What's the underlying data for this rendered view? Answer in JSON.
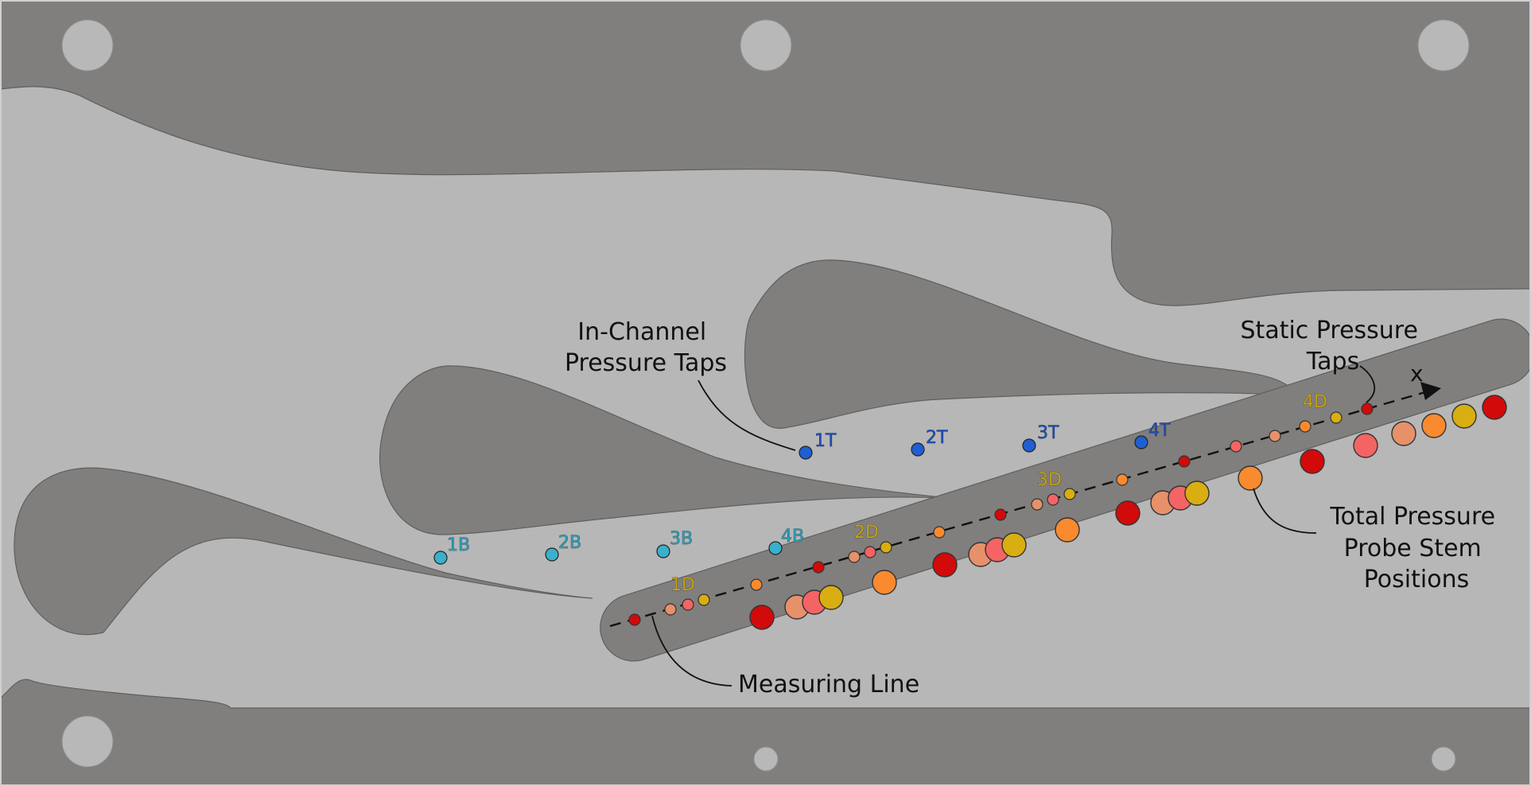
{
  "colors": {
    "background": "#b7b7b7",
    "solid": "#807f7d",
    "outline": "#5f5f5f",
    "hole": "#b8b8b8",
    "in_channel_top": "#1f5fd0",
    "in_channel_bottom": "#3ab0cc",
    "d_label": "#c9a415",
    "probe_red": "#d20a0a",
    "probe_salmon": "#e6916a",
    "probe_pink": "#f46464",
    "probe_yellow": "#d9ae10",
    "probe_orange": "#f98a2f"
  },
  "annotations": {
    "in_channel": [
      "In-Channel",
      "Pressure Taps"
    ],
    "static": [
      "Static Pressure",
      "Taps"
    ],
    "total": [
      "Total Pressure",
      "Probe Stem",
      "Positions"
    ],
    "measuring": "Measuring Line",
    "axis": "x"
  },
  "taps_top": [
    {
      "label": "1T",
      "icon": "circle-icon"
    },
    {
      "label": "2T",
      "icon": "circle-icon"
    },
    {
      "label": "3T",
      "icon": "circle-icon"
    },
    {
      "label": "4T",
      "icon": "circle-icon"
    }
  ],
  "taps_bottom": [
    {
      "label": "1B",
      "icon": "circle-icon"
    },
    {
      "label": "2B",
      "icon": "circle-icon"
    },
    {
      "label": "3B",
      "icon": "circle-icon"
    },
    {
      "label": "4B",
      "icon": "circle-icon"
    }
  ],
  "d_labels": [
    "1D",
    "2D",
    "3D",
    "4D"
  ]
}
